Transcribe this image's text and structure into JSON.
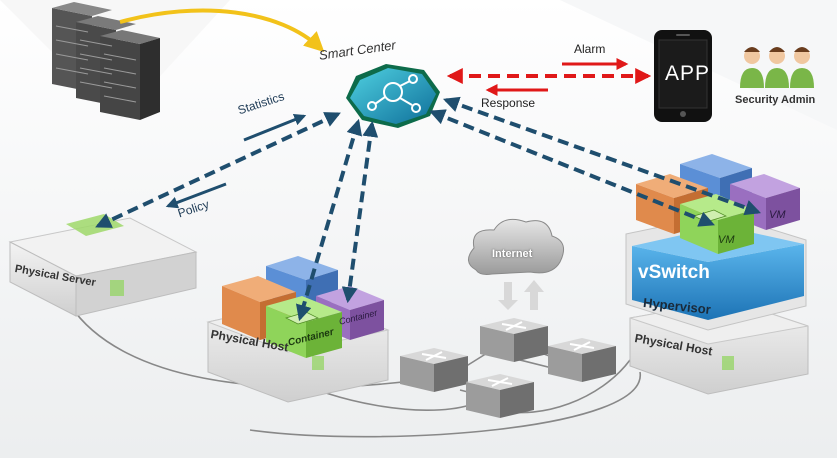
{
  "labels": {
    "smart_center": "Smart Center",
    "statistics": "Statistics",
    "policy": "Policy",
    "alarm": "Alarm",
    "response": "Response",
    "app": "APP",
    "security_admin": "Security Admin",
    "internet": "Internet",
    "physical_server": "Physical Server",
    "physical_host_left": "Physical Host",
    "physical_host_right": "Physical Host",
    "container_green": "Container",
    "container_purple": "Container",
    "vm_green": "VM",
    "vm_purple": "VM",
    "vswitch": "vSwitch",
    "hypervisor": "Hypervisor"
  },
  "colors": {
    "control_flow": "#1f4e6e",
    "alert_flow": "#e01818",
    "sync_arrow": "#f2c21a",
    "vswitch_blue": "#2f8fd0",
    "container_orange": "#e08a4c",
    "container_blue": "#5b8fd6",
    "container_green": "#8fd45a",
    "container_purple": "#9a6fc0",
    "admin_green": "#7ab648",
    "hub_teal": "#13a8a0"
  },
  "icons": [
    "server-rack-icon",
    "smart-center-hub-icon",
    "app-phone-icon",
    "security-admin-icon",
    "internet-cloud-icon",
    "network-switch-icon"
  ]
}
